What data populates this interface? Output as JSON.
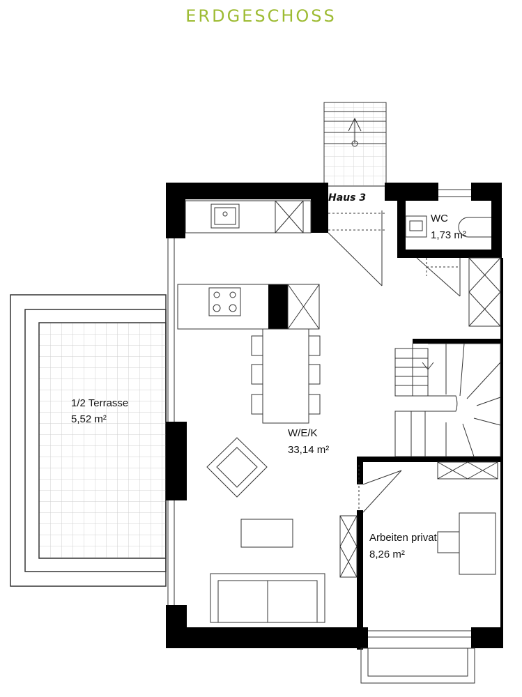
{
  "header": {
    "title": "ERDGESCHOSS"
  },
  "colors": {
    "title_green": "#9dbb32",
    "wall": "#000000",
    "line": "#222222"
  },
  "entrance": {
    "label": "Haus 3"
  },
  "rooms": {
    "wc": {
      "name": "WC",
      "area": "1,73 m²"
    },
    "terrace": {
      "name": "1/2 Terrasse",
      "area": "5,52 m²"
    },
    "living": {
      "name": "W/E/K",
      "area": "33,14 m²"
    },
    "office": {
      "name": "Arbeiten privat",
      "area": "8,26 m²"
    }
  }
}
